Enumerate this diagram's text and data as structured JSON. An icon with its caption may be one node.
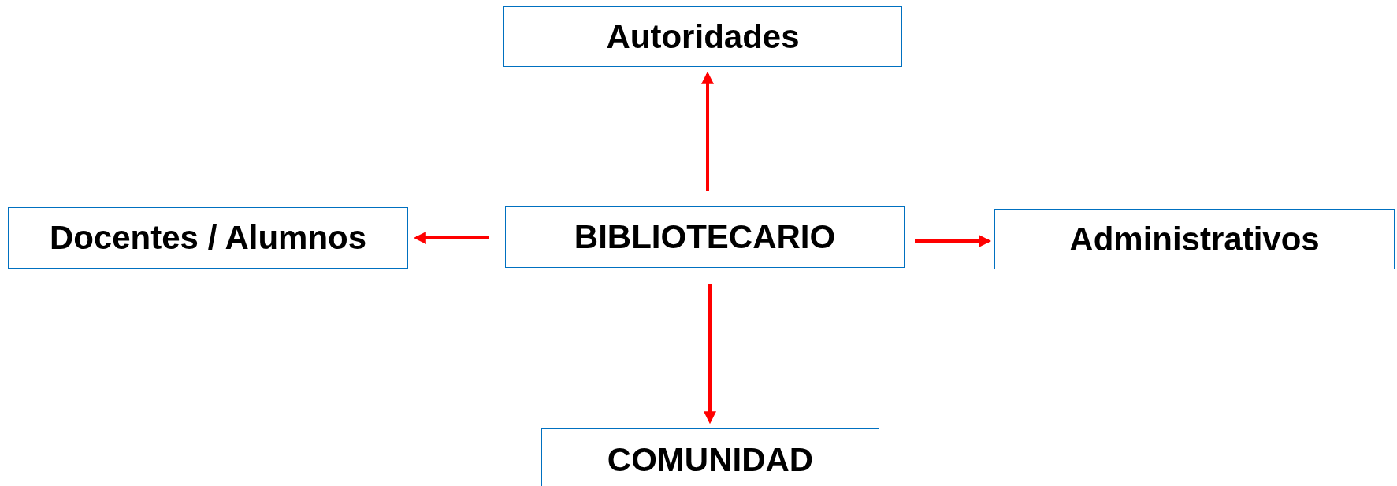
{
  "diagram": {
    "nodes": [
      {
        "text": [
          "Autoridades"
        ]
      },
      {
        "text": [
          "Docentes / Alumnos"
        ]
      },
      {
        "text": [
          "BIBLIOTECARIO"
        ]
      },
      {
        "text": [
          "Administrativos"
        ]
      },
      {
        "text": [
          "COMUNIDAD"
        ]
      }
    ],
    "edges": [
      {
        "from": 2,
        "to": 0,
        "arrow": "to"
      },
      {
        "from": 2,
        "to": 1,
        "arrow": "to"
      },
      {
        "from": 2,
        "to": 3,
        "arrow": "to"
      },
      {
        "from": 2,
        "to": 4,
        "arrow": "to"
      }
    ]
  }
}
